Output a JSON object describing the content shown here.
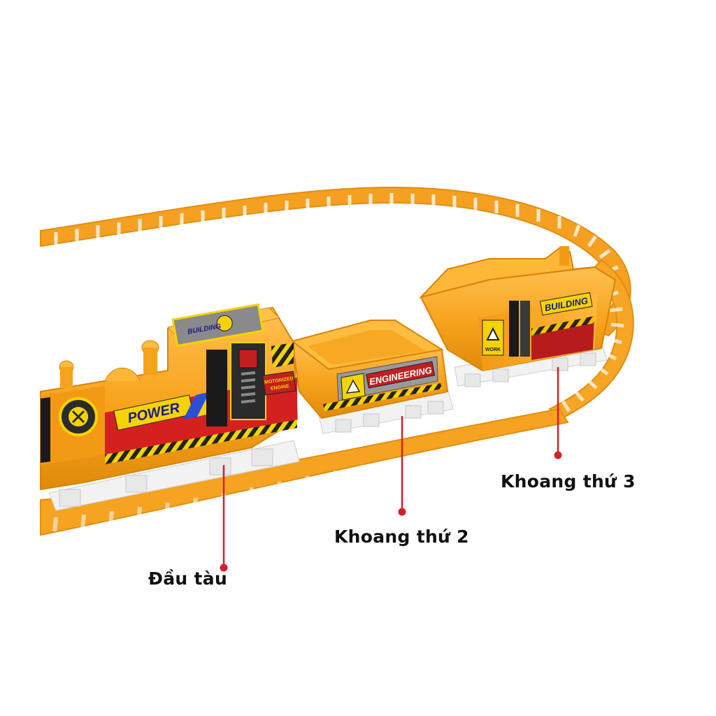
{
  "callouts": [
    {
      "label": "Đầu tàu"
    },
    {
      "label": "Khoang thứ 2"
    },
    {
      "label": "Khoang thứ 3"
    }
  ],
  "decals": {
    "engine_power": "POWER",
    "engine_motorized_line1": "MOTORIZED",
    "engine_motorized_line2": "ENGINE",
    "engine_roof": "BUILDING",
    "wagon2_sign": "ENGINEERING",
    "wagon3_sign": "BUILDING",
    "wagon3_work": "WORK"
  },
  "colors": {
    "toy_orange": "#f7a21b",
    "toy_orange_dark": "#e08a0b",
    "toy_orange_light": "#ffbf4d",
    "wheels_white": "#f2f2f2",
    "callout_red": "#d4202a",
    "label_text": "#111111",
    "background": "#ffffff"
  }
}
